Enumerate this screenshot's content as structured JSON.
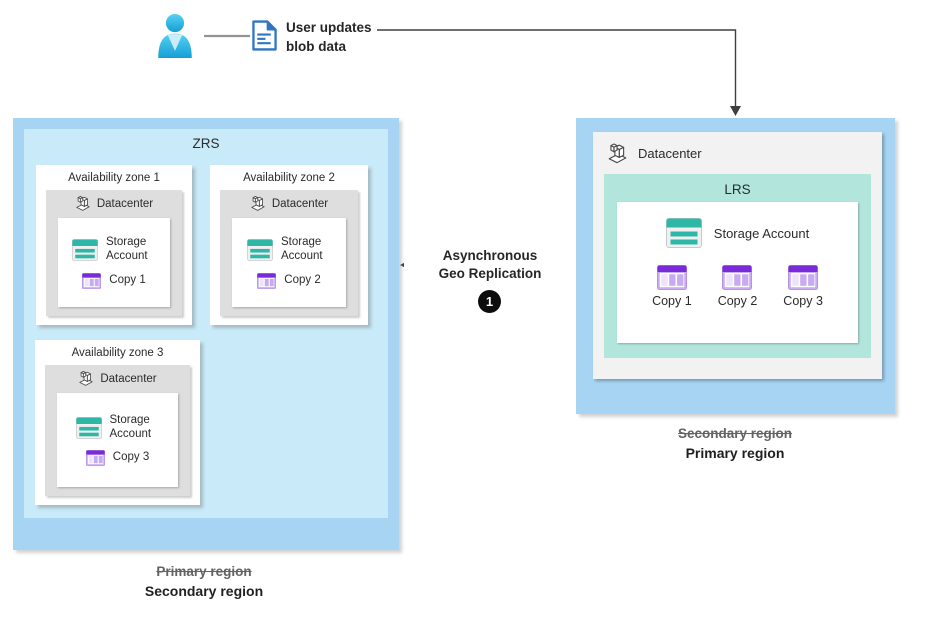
{
  "top": {
    "action_line1": "User updates",
    "action_line2": "blob data"
  },
  "replication": {
    "line1": "Asynchronous",
    "line2": "Geo Replication",
    "step": "1"
  },
  "left_region": {
    "title": "ZRS",
    "zones": [
      {
        "title": "Availability zone 1",
        "datacenter": "Datacenter",
        "storage": "Storage Account",
        "copy": "Copy 1"
      },
      {
        "title": "Availability zone 2",
        "datacenter": "Datacenter",
        "storage": "Storage Account",
        "copy": "Copy 2"
      },
      {
        "title": "Availability zone 3",
        "datacenter": "Datacenter",
        "storage": "Storage Account",
        "copy": "Copy 3"
      }
    ],
    "footer_struck": "Primary region",
    "footer": "Secondary region"
  },
  "right_region": {
    "datacenter": "Datacenter",
    "title": "LRS",
    "storage": "Storage Account",
    "copies": [
      "Copy 1",
      "Copy 2",
      "Copy 3"
    ],
    "footer_struck": "Secondary region",
    "footer": "Primary region"
  },
  "icons": {
    "user": "user-person-icon",
    "document": "blob-document-icon",
    "datacenter": "datacenter-cubes-icon",
    "storage": "storage-account-icon",
    "copy": "table-copy-icon"
  },
  "colors": {
    "region_blue": "#a6d4f2",
    "zrs_inner_blue": "#c9eaf8",
    "lrs_mint": "#b2e6dd",
    "zone_gray": "#dedede",
    "datacenter_gray": "#f2f2f2",
    "storage_teal": "#2eb7a7",
    "copy_purple": "#7a2bd9",
    "arrow_dark": "#3f3f3f",
    "person_blue": "#2fb4e4",
    "doc_blue": "#2e75c4"
  }
}
